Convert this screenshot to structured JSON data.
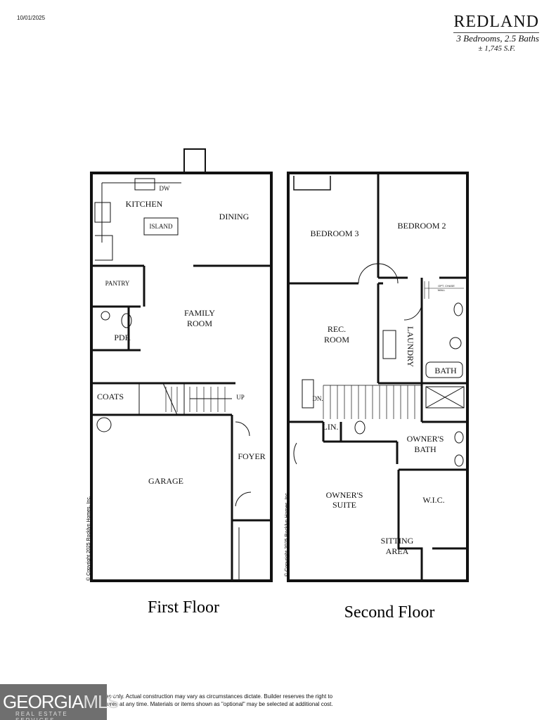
{
  "date": "10/01/2025",
  "plan": {
    "name": "REDLAND",
    "summary": "3 Bedrooms, 2.5 Baths",
    "area": "± 1,745 S.F."
  },
  "first_floor": {
    "title": "First Floor",
    "rooms": {
      "kitchen": "KITCHEN",
      "dw": "DW",
      "island": "ISLAND",
      "dining": "DINING",
      "pantry": "PANTRY",
      "family1": "FAMILY",
      "family2": "ROOM",
      "pdr": "PDR",
      "coats": "COATS",
      "up": "UP",
      "garage": "GARAGE",
      "foyer": "FOYER"
    }
  },
  "second_floor": {
    "title": "Second Floor",
    "rooms": {
      "bedroom3": "BEDROOM 3",
      "bedroom2": "BEDROOM 2",
      "chase1": "OPT. CHASE",
      "chase2": "WALL",
      "rec1": "REC.",
      "rec2": "ROOM",
      "laundry": "LAUNDRY",
      "bath": "BATH",
      "dn": "DN.",
      "lin": "LIN.",
      "owners_bath1": "OWNER'S",
      "owners_bath2": "BATH",
      "suite1": "OWNER'S",
      "suite2": "SUITE",
      "wic": "W.I.C.",
      "sitting1": "SITTING",
      "sitting2": "AREA"
    }
  },
  "copyright": "© Copyright 2025 Rocklyn Homes, Inc.",
  "disclaimer": {
    "line1": "es only. Actual construction may vary as circumstances dictate. Builder reserves the right to",
    "line2": "tures at any time. Materials  or items shown as \"optional\" may be selected at additional cost."
  },
  "logo": {
    "main_a": "GEORGIA",
    "main_b": "MLS",
    "sub": "REAL ESTATE SERVICES"
  }
}
